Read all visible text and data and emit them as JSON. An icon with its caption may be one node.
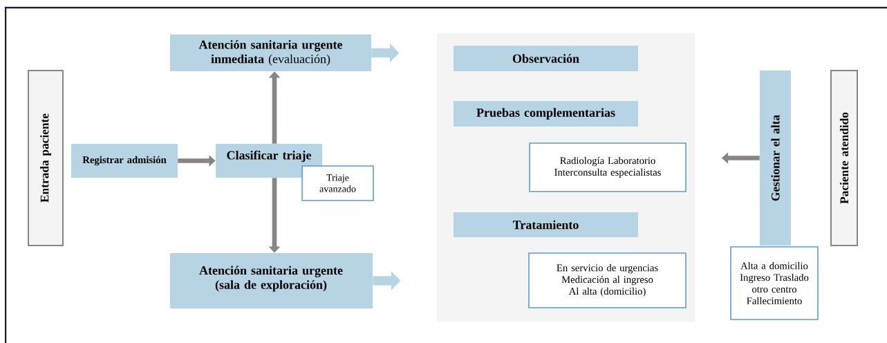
{
  "diagram": {
    "nodes": [
      {
        "text": [
          "Entrada paciente"
        ]
      },
      {
        "text": [
          "Registrar admisión"
        ]
      },
      {
        "text": [
          "Clasificar triaje"
        ]
      },
      {
        "text": [
          "Triaje avanzado"
        ]
      },
      {
        "text": [
          "**Atención sanitaria urgente inmediata** (evaluación)"
        ]
      },
      {
        "text": [
          "Atención sanitaria urgente (sala de exploración)"
        ]
      },
      {
        "text": [],
        "shape": "box"
      },
      {
        "text": [
          "Observación"
        ],
        "in": 6
      },
      {
        "text": [
          "Pruebas complementarias"
        ],
        "in": 6
      },
      {
        "text": [
          "Radiología Laboratorio Interconsulta especialistas"
        ],
        "in": 6
      },
      {
        "text": [
          "Tratamiento"
        ],
        "in": 6
      },
      {
        "text": [
          "En servicio de urgencias Medicación al ingreso Al alta (domicilio)"
        ],
        "in": 6
      },
      {
        "text": [
          "Gestionar el alta"
        ]
      },
      {
        "text": [
          "Alta a domicilio Ingreso Traslado otro centro Fallecimiento"
        ]
      },
      {
        "text": [
          "Paciente atendido"
        ]
      }
    ],
    "edges": [
      {
        "from": 1,
        "to": 2,
        "arrow": "to"
      },
      {
        "from": 2,
        "to": 4,
        "arrow": "to"
      },
      {
        "from": 2,
        "to": 5,
        "arrow": "to"
      },
      {
        "from": 4,
        "to": null,
        "arrow": "to",
        "style": "thick",
        "color": "#b7d4e4"
      },
      {
        "from": 5,
        "to": null,
        "arrow": "to",
        "style": "thick",
        "color": "#b7d4e4"
      },
      {
        "from": 12,
        "to": null,
        "arrow": "to"
      }
    ]
  }
}
